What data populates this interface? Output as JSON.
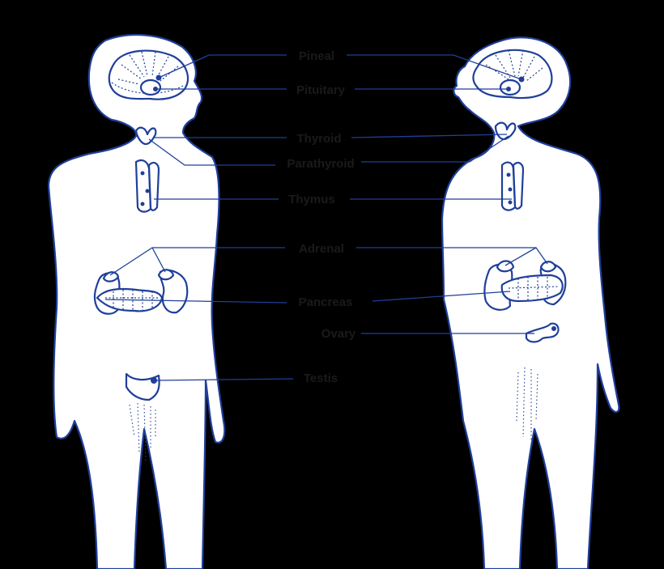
{
  "labels": {
    "pineal": "Pineal",
    "pituitary": "Pituitary",
    "thyroid": "Thyroid",
    "parathyroid": "Parathyroid",
    "thymus": "Thymus",
    "adrenal": "Adrenal",
    "pancreas": "Pancreas",
    "ovary": "Ovary",
    "testis": "Testis"
  },
  "colors": {
    "background": "#000000",
    "figure_fill": "#ffffff",
    "line": "#1f3f9a",
    "label_text": "#1a1a1a"
  }
}
